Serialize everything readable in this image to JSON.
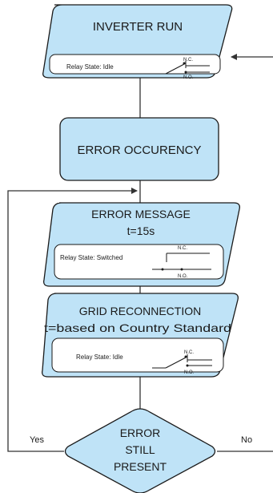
{
  "colors": {
    "fill": "#bfe3f7",
    "stroke": "#1a1a1a",
    "line": "#333333",
    "panel": "#ffffff"
  },
  "blocks": {
    "inverter_run": {
      "title": "INVERTER RUN",
      "relay_text": "Relay State: Idle",
      "nc": "N.C.",
      "no": "N.O."
    },
    "error_occurency": {
      "title": "ERROR OCCURENCY"
    },
    "error_message": {
      "title": "ERROR MESSAGE",
      "subtitle": "t=15s",
      "relay_text": "Relay State: Switched",
      "nc": "N.C.",
      "no": "N.O."
    },
    "grid_reconnection": {
      "title": "GRID RECONNECTION",
      "subtitle": "t=based on Country Standard",
      "relay_text": "Relay State: Idle",
      "nc": "N.C.",
      "no": "N.O."
    },
    "decision": {
      "line1": "ERROR",
      "line2": "STILL",
      "line3": "PRESENT",
      "yes": "Yes",
      "no": "No"
    }
  }
}
